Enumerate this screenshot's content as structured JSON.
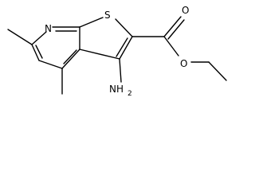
{
  "molecule": {
    "atoms": {
      "pyridine_nitrogen": "N",
      "thiophene_sulfur": "S",
      "carbonyl_oxygen": "O",
      "ester_oxygen": "O",
      "amino_nitrogen": "NH",
      "amino_subscript": "2"
    },
    "colors": {
      "bond": "#000000",
      "label": "#000000",
      "background": "#ffffff"
    }
  }
}
